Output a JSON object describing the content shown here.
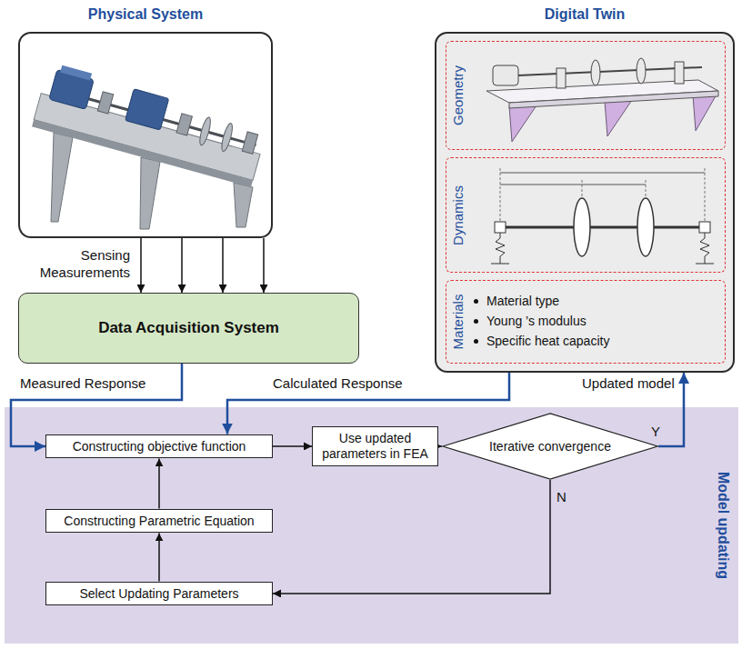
{
  "diagram": {
    "nodes": [
      {
        "text": [
          "Physical System"
        ]
      },
      {
        "text": [
          "Digital Twin"
        ]
      },
      {
        "text": [
          "Geometry"
        ],
        "in": 1
      },
      {
        "text": [
          "Dynamics"
        ],
        "in": 1
      },
      {
        "text": [
          "Materials",
          "Material type",
          "Young ’s modulus",
          "Specific heat capacity"
        ],
        "in": 1
      },
      {
        "text": [
          "Data Acquisition System"
        ]
      },
      {
        "text": [
          "Model updating"
        ]
      },
      {
        "text": [
          "Constructing objective function"
        ],
        "in": 6
      },
      {
        "text": [
          "Use updated parameters in FEA"
        ],
        "in": 6
      },
      {
        "text": [
          "Iterative convergence"
        ],
        "in": 6
      },
      {
        "text": [
          "Constructing Parametric Equation"
        ],
        "in": 6
      },
      {
        "text": [
          "Select Updating Parameters"
        ],
        "in": 6
      }
    ],
    "edges": [
      {
        "from": 0,
        "to": 5,
        "arrow": "to"
      },
      {
        "from": 0,
        "to": 5,
        "arrow": "to"
      },
      {
        "from": 0,
        "to": 5,
        "arrow": "to"
      },
      {
        "from": 0,
        "to": 5,
        "arrow": "to"
      },
      {
        "from": 5,
        "to": 7,
        "label": "Measured Response",
        "arrow": "to"
      },
      {
        "from": 1,
        "to": 7,
        "label": "Calculated Response",
        "arrow": "to"
      },
      {
        "from": 7,
        "to": 8,
        "arrow": "to"
      },
      {
        "from": 8,
        "to": 9,
        "arrow": "to"
      },
      {
        "from": 9,
        "to": 1,
        "label": "Y",
        "arrow": "to"
      },
      {
        "from": 9,
        "to": 11,
        "label": "N",
        "arrow": "to"
      },
      {
        "from": 11,
        "to": 10,
        "arrow": "to"
      },
      {
        "from": 10,
        "to": 7,
        "arrow": "to"
      }
    ],
    "labels": [
      "Sensing Measurements",
      "Updated model"
    ]
  }
}
